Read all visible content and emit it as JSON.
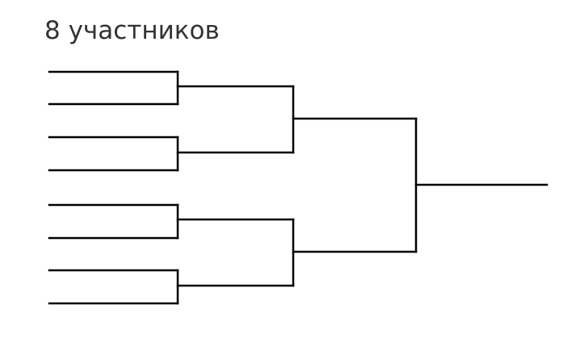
{
  "title": "8 участников",
  "bracket": {
    "participants": 8,
    "rounds": 3,
    "line_color": "#000000"
  }
}
